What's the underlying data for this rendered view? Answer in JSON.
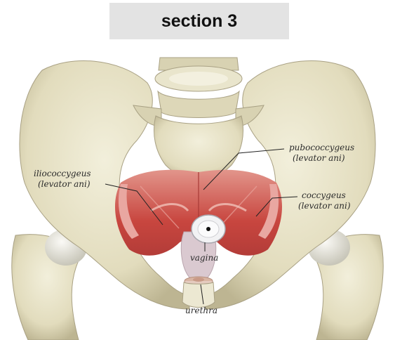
{
  "header": {
    "title": "section 3"
  },
  "labels": {
    "iliococcygeus": "iliococcygeus",
    "iliococcygeus_sub": "(levator ani)",
    "pubococcygeus": "pubococcygeus",
    "pubococcygeus_sub": "(levator ani)",
    "coccygeus": "coccygeus",
    "coccygeus_sub": "(levator ani)",
    "vagina": "vagina",
    "urethra": "urethra"
  },
  "colors": {
    "bone": "#e6e2c8",
    "bone_shadow": "#b9b392",
    "muscle": "#c9504a",
    "muscle_light": "#e7a59c",
    "tissue": "#d9c7cf",
    "header_bg": "#e3e3e3"
  }
}
